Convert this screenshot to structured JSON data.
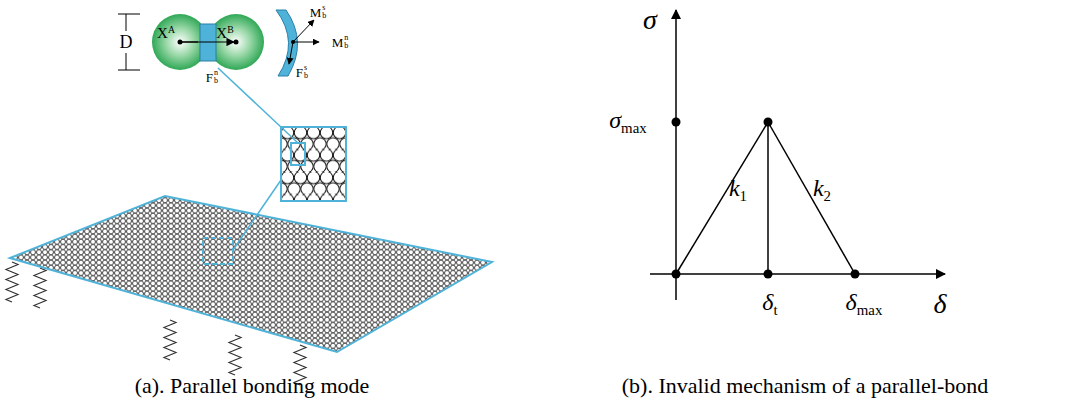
{
  "diagram": {
    "labels": [
      "D",
      "XA",
      "XB",
      "Fbn",
      "Mbs",
      "Mbn",
      "Fbs",
      "σ",
      "σmax",
      "k1",
      "k2",
      "δt",
      "δmax",
      "δ",
      "(a). Parallel bonding mode",
      "(b). Invalid mechanism of a parallel-bond"
    ]
  }
}
